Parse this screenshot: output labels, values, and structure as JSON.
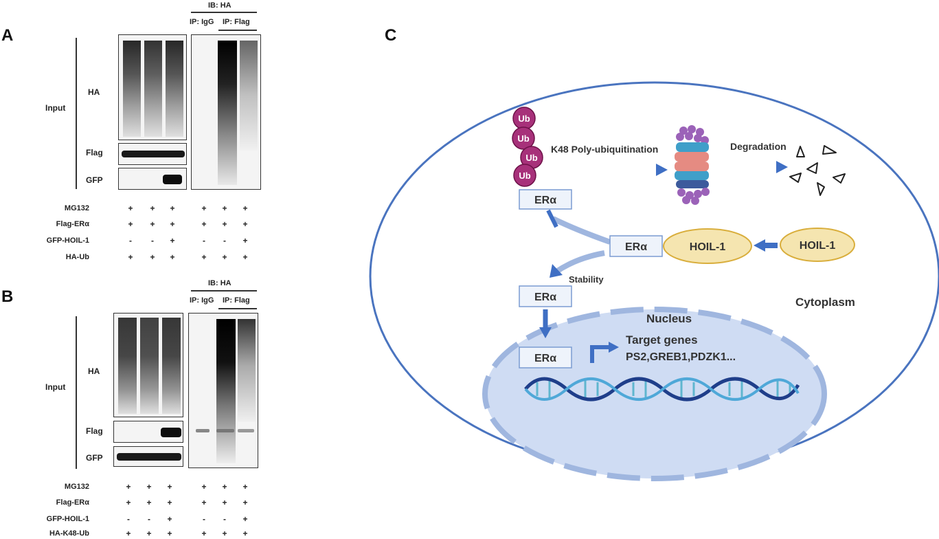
{
  "panels": {
    "A": {
      "letter": "A",
      "ib_label": "IB: HA",
      "ip_igg": "IP: IgG",
      "ip_flag": "IP: Flag",
      "input_label": "Input",
      "blots": [
        "HA",
        "Flag",
        "GFP"
      ],
      "conditions": [
        {
          "label": "MG132",
          "signs": [
            "+",
            "+",
            "+",
            "+",
            "+",
            "+"
          ]
        },
        {
          "label": "Flag-ERα",
          "signs": [
            "+",
            "+",
            "+",
            "+",
            "+",
            "+"
          ]
        },
        {
          "label": "GFP-HOIL-1",
          "signs": [
            "-",
            "-",
            "+",
            "-",
            "-",
            "+"
          ]
        },
        {
          "label": "HA-Ub",
          "signs": [
            "+",
            "+",
            "+",
            "+",
            "+",
            "+"
          ]
        }
      ]
    },
    "B": {
      "letter": "B",
      "ib_label": "IB: HA",
      "ip_igg": "IP: IgG",
      "ip_flag": "IP: Flag",
      "input_label": "Input",
      "blots": [
        "HA",
        "Flag",
        "GFP"
      ],
      "conditions": [
        {
          "label": "MG132",
          "signs": [
            "+",
            "+",
            "+",
            "+",
            "+",
            "+"
          ]
        },
        {
          "label": "Flag-ERα",
          "signs": [
            "+",
            "+",
            "+",
            "+",
            "+",
            "+"
          ]
        },
        {
          "label": "GFP-HOIL-1",
          "signs": [
            "-",
            "-",
            "+",
            "-",
            "-",
            "+"
          ]
        },
        {
          "label": "HA-K48-Ub",
          "signs": [
            "+",
            "+",
            "+",
            "+",
            "+",
            "+"
          ]
        }
      ]
    },
    "C": {
      "letter": "C",
      "ub": "Ub",
      "k48_label": "K48 Poly-ubiquitination",
      "degradation": "Degradation",
      "era": "ERα",
      "hoil": "HOIL-1",
      "stability": "Stability",
      "cytoplasm": "Cytoplasm",
      "nucleus": "Nucleus",
      "target_genes": "Target genes",
      "gene_list": "PS2,GREB1,PDZK1..."
    }
  }
}
